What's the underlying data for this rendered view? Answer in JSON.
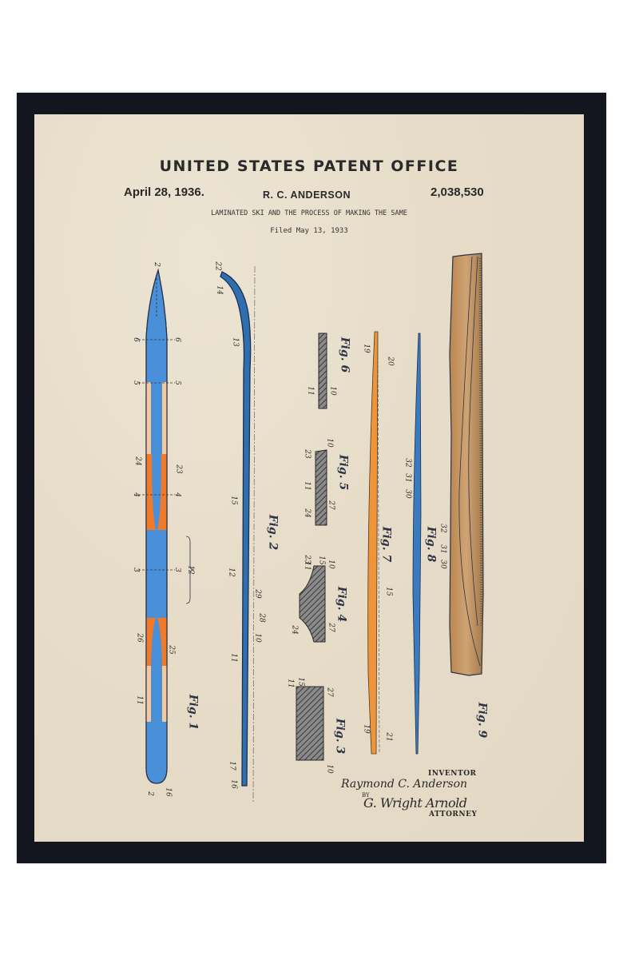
{
  "header": {
    "office": "UNITED STATES PATENT OFFICE",
    "date": "April 28, 1936.",
    "inventor": "R. C. ANDERSON",
    "patent_number": "2,038,530",
    "title": "LAMINATED SKI AND THE PROCESS OF MAKING THE SAME",
    "filed": "Filed May 13, 1933"
  },
  "figures": [
    {
      "id": "fig1",
      "label": "Fig. 1",
      "color": "#4a90d9",
      "accent": "#f07a2a",
      "callouts": [
        "2",
        "6",
        "6",
        "5",
        "5",
        "24",
        "23",
        "4",
        "4",
        "3",
        "3",
        "12",
        "26",
        "25",
        "11",
        "2",
        "16"
      ]
    },
    {
      "id": "fig2",
      "label": "Fig. 2",
      "color": "#2e6fb0",
      "callouts": [
        "22",
        "14",
        "13",
        "15",
        "12",
        "29",
        "28",
        "10",
        "11",
        "17",
        "16"
      ]
    },
    {
      "id": "fig3",
      "label": "Fig. 3",
      "callouts": [
        "11",
        "15",
        "27",
        "10"
      ]
    },
    {
      "id": "fig4",
      "label": "Fig. 4",
      "callouts": [
        "11",
        "23",
        "15",
        "10",
        "24",
        "27"
      ]
    },
    {
      "id": "fig5",
      "label": "Fig. 5",
      "callouts": [
        "11",
        "23",
        "10",
        "24",
        "27"
      ]
    },
    {
      "id": "fig6",
      "label": "Fig. 6",
      "callouts": [
        "11",
        "10"
      ]
    },
    {
      "id": "fig7",
      "label": "Fig. 7",
      "color": "#f0943a",
      "callouts": [
        "19",
        "20",
        "15",
        "19",
        "21"
      ]
    },
    {
      "id": "fig8",
      "label": "Fig. 8",
      "color": "#3a7ac0",
      "callouts": [
        "30",
        "31",
        "32"
      ]
    },
    {
      "id": "fig9",
      "label": "Fig. 9",
      "color": "#c4935c",
      "callouts": [
        "32",
        "31",
        "30"
      ]
    }
  ],
  "signature": {
    "inventor_label": "INVENTOR",
    "inventor_name": "Raymond C. Anderson",
    "by": "BY",
    "attorney_name": "G. Wright Arnold",
    "attorney_label": "ATTORNEY"
  },
  "colors": {
    "frame": "#14161f",
    "paper": "#e6dcc8",
    "ski_blue": "#4a90d9",
    "laminate_orange": "#f07a2a",
    "wood": "#c4935c"
  }
}
